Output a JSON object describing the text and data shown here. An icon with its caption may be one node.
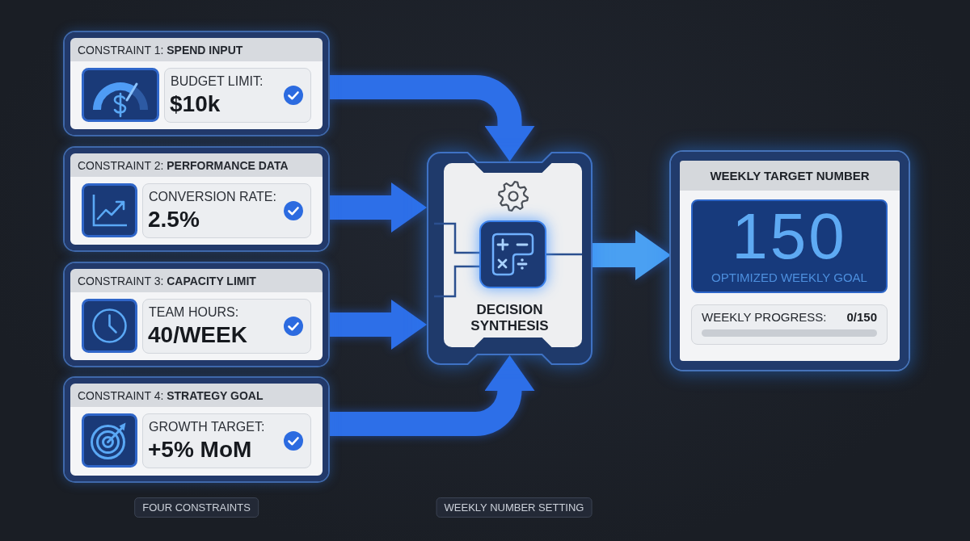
{
  "diagram": {
    "nodes": [
      {
        "text": [
          "CONSTRAINT 1: **SPEND INPUT**"
        ]
      },
      {
        "text": [
          "BUDGET LIMIT:",
          "$10k"
        ],
        "in": 0
      },
      {
        "text": [
          "CONSTRAINT 2: **PERFORMANCE DATA**"
        ]
      },
      {
        "text": [
          "CONVERSION RATE:",
          "2.5%"
        ],
        "in": 2
      },
      {
        "text": [
          "CONSTRAINT 3: **CAPACITY LIMIT**"
        ]
      },
      {
        "text": [
          "TEAM HOURS:",
          "40/WEEK"
        ],
        "in": 4
      },
      {
        "text": [
          "CONSTRAINT 4: **STRATEGY GOAL**"
        ]
      },
      {
        "text": [
          "GROWTH TARGET:",
          "+5% MoM"
        ],
        "in": 6
      },
      {
        "text": [
          "DECISION SYNTHESIS"
        ]
      },
      {
        "text": [
          "WEEKLY TARGET NUMBER"
        ]
      },
      {
        "text": [
          "150",
          "OPTIMIZED WEEKLY GOAL"
        ],
        "in": 9
      },
      {
        "text": [
          "WEEKLY PROGRESS:",
          "0/150"
        ],
        "in": 9
      },
      {
        "text": [
          "FOUR CONSTRAINTS"
        ]
      },
      {
        "text": [
          "WEEKLY NUMBER SETTING"
        ]
      }
    ],
    "edges": [
      {
        "from": 0,
        "to": 8,
        "arrow": "to"
      },
      {
        "from": 2,
        "to": 8,
        "arrow": "to"
      },
      {
        "from": 4,
        "to": 8,
        "arrow": "to"
      },
      {
        "from": 6,
        "to": 8,
        "arrow": "to"
      },
      {
        "from": 8,
        "to": 9,
        "arrow": "to",
        "color": "#4aa0f2"
      }
    ]
  }
}
